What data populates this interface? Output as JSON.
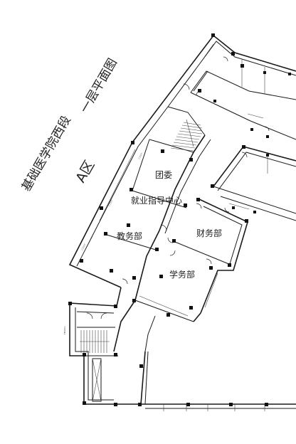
{
  "plan": {
    "title": "基础医学院西段",
    "subtitle": "一层平面图",
    "zone": "A区",
    "rooms": {
      "tuanwei": "团委",
      "jiuye": "就业指导中心",
      "jiaowu": "教务部",
      "caiwu": "财务部",
      "xuewu": "学务部"
    }
  },
  "colors": {
    "line": "#1a1a1a",
    "background": "#ffffff"
  }
}
